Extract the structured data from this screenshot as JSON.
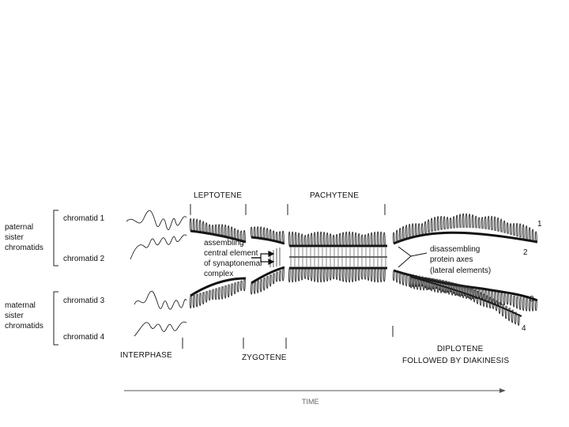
{
  "diagram": {
    "stages": {
      "leptotene": "LEPTOTENE",
      "pachytene": "PACHYTENE",
      "interphase": "INTERPHASE",
      "zygotene": "ZYGOTENE",
      "diplotene_line1": "DIPLOTENE",
      "diplotene_line2": "FOLLOWED BY DIAKINESIS"
    },
    "groups": {
      "paternal": [
        "paternal",
        "sister",
        "chromatids"
      ],
      "maternal": [
        "maternal",
        "sister",
        "chromatids"
      ]
    },
    "chromatids": [
      "chromatid 1",
      "chromatid 2",
      "chromatid 3",
      "chromatid 4"
    ],
    "annotations": {
      "assembling": [
        "assembling",
        "central element",
        "of synaptonemal",
        "complex"
      ],
      "disassembling": [
        "disassembling",
        "protein axes",
        "(lateral elements)"
      ]
    },
    "numbers": [
      "1",
      "2",
      "3",
      "4"
    ],
    "time_label": "TIME"
  }
}
